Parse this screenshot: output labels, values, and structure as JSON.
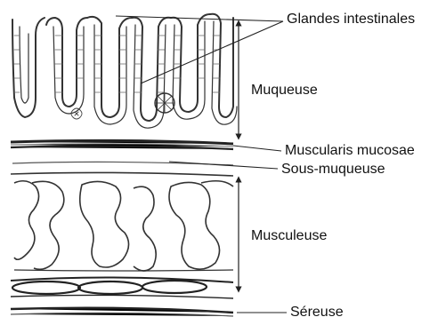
{
  "labels": {
    "glandes": "Glandes intestinales",
    "muqueuse": "Muqueuse",
    "muscularis": "Muscularis mucosae",
    "sous_muqueuse": "Sous-muqueuse",
    "musculeuse": "Musculeuse",
    "sereuse": "Séreuse"
  },
  "colors": {
    "ink": "#222222",
    "stroke": "#333333",
    "shade": "#666666"
  }
}
